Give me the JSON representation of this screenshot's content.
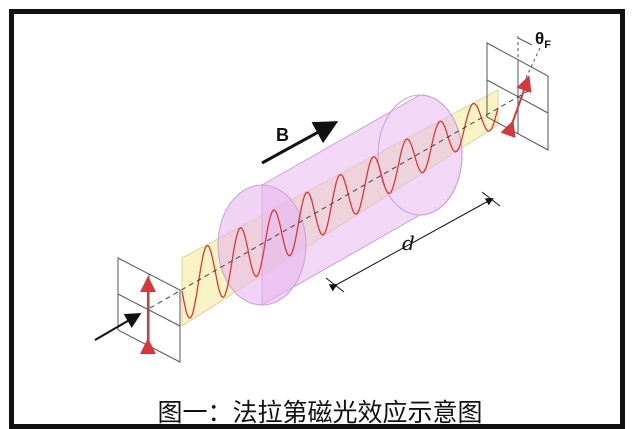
{
  "diagram": {
    "magnetic_field_label": "B",
    "length_label": "d",
    "rotation_angle_label": "θ",
    "rotation_angle_subscript": "F",
    "caption": "图一：法拉第磁光效应示意图",
    "colors": {
      "wave": "#d0393d",
      "ribbon": "#f7f0b8",
      "cylinder": "#e8b8ef",
      "frame": "#111111"
    }
  }
}
